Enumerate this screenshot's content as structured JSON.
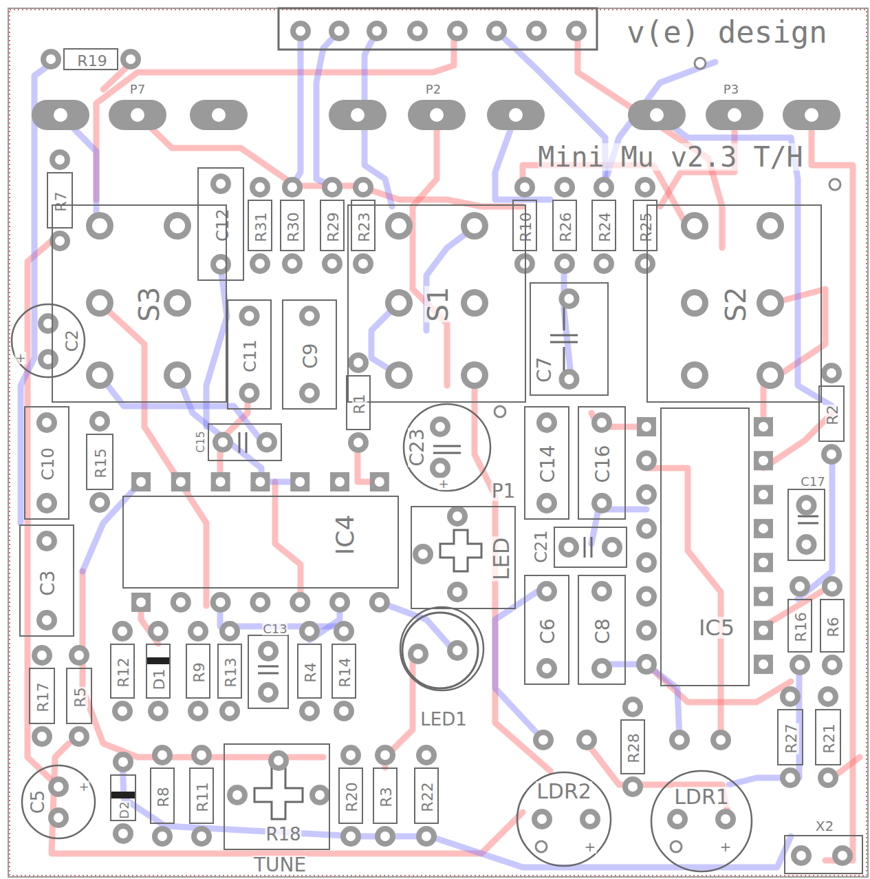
{
  "diagram": {
    "nodes": [
      {
        "text": [
          "R19"
        ]
      },
      {
        "text": [
          "R7"
        ]
      },
      {
        "text": [
          "C12"
        ]
      },
      {
        "text": [
          "R31"
        ]
      },
      {
        "text": [
          "R30"
        ]
      },
      {
        "text": [
          "R29"
        ]
      },
      {
        "text": [
          "R23"
        ]
      },
      {
        "text": [
          "R10"
        ]
      },
      {
        "text": [
          "R26"
        ]
      },
      {
        "text": [
          "R24"
        ]
      },
      {
        "text": [
          "R25"
        ]
      },
      {
        "text": [
          "S3"
        ]
      },
      {
        "text": [
          "S1"
        ]
      },
      {
        "text": [
          "S2"
        ]
      },
      {
        "text": [
          "C7"
        ]
      },
      {
        "text": [
          "C11"
        ]
      },
      {
        "text": [
          "C9"
        ]
      },
      {
        "text": [
          "C2",
          "+"
        ]
      },
      {
        "text": [
          "R1"
        ]
      },
      {
        "text": [
          "R2"
        ]
      },
      {
        "text": [
          "C14"
        ]
      },
      {
        "text": [
          "C16"
        ]
      },
      {
        "text": [
          "IC5"
        ]
      },
      {
        "text": [
          "C10"
        ]
      },
      {
        "text": [
          "R15"
        ]
      },
      {
        "text": [
          "C15"
        ]
      },
      {
        "text": [
          "C23",
          "+"
        ]
      },
      {
        "text": [
          "P1",
          "LED"
        ]
      },
      {
        "text": [
          "IC4"
        ]
      },
      {
        "text": [
          "C17"
        ]
      },
      {
        "text": [
          "C21"
        ]
      },
      {
        "text": [
          "C3"
        ]
      },
      {
        "text": [
          "C6"
        ]
      },
      {
        "text": [
          "C8"
        ]
      },
      {
        "text": [
          "R16"
        ]
      },
      {
        "text": [
          "R6"
        ]
      },
      {
        "text": [
          "C13"
        ]
      },
      {
        "text": [
          "R12"
        ]
      },
      {
        "text": [
          "D1"
        ]
      },
      {
        "text": [
          "R9"
        ]
      },
      {
        "text": [
          "R13"
        ]
      },
      {
        "text": [
          "R4"
        ]
      },
      {
        "text": [
          "R14"
        ]
      },
      {
        "text": [
          "LED1"
        ]
      },
      {
        "text": [
          "R17"
        ]
      },
      {
        "text": [
          "R5"
        ]
      },
      {
        "text": [
          "R28"
        ]
      },
      {
        "text": [
          "R27"
        ]
      },
      {
        "text": [
          "R21"
        ]
      },
      {
        "text": [
          "C5",
          "+"
        ]
      },
      {
        "text": [
          "D2"
        ]
      },
      {
        "text": [
          "R8"
        ]
      },
      {
        "text": [
          "R11"
        ]
      },
      {
        "text": [
          "R18",
          "TUNE"
        ]
      },
      {
        "text": [
          "R20"
        ]
      },
      {
        "text": [
          "R3"
        ]
      },
      {
        "text": [
          "R22"
        ]
      },
      {
        "text": [
          "LDR2",
          "+"
        ]
      },
      {
        "text": [
          "LDR1",
          "+"
        ]
      },
      {
        "text": [
          "X2"
        ]
      }
    ],
    "labels": [
      "v(e) design",
      "Mini Mu v2.3 T/H",
      "P7",
      "P2",
      "P3"
    ]
  }
}
